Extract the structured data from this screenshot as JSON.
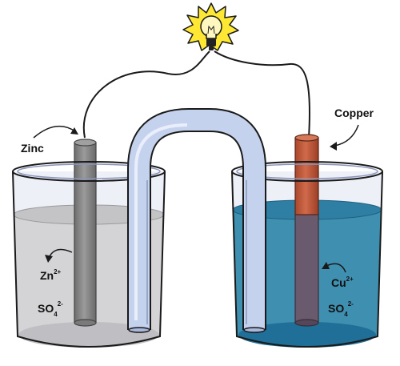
{
  "labels": {
    "zinc": "Zinc",
    "copper": "Copper",
    "zn_ion": {
      "symbol": "Zn",
      "charge": "2+"
    },
    "cu_ion": {
      "symbol": "Cu",
      "charge": "2+"
    },
    "sulfate_left": {
      "symbol": "SO",
      "sub": "4",
      "charge": "2-"
    },
    "sulfate_right": {
      "symbol": "SO",
      "sub": "4",
      "charge": "2-"
    }
  },
  "icons": {
    "bulb": "light-bulb-icon",
    "arrows": "curved-arrow-icon"
  },
  "colors": {
    "zinc_solution": "#d4d4d6",
    "copper_solution": "#3f8fb0",
    "zinc_electrode": "#8a8a8a",
    "copper_electrode": "#c0583b",
    "salt_bridge": "#b8c8e8",
    "bulb_glow": "#ffe833"
  }
}
